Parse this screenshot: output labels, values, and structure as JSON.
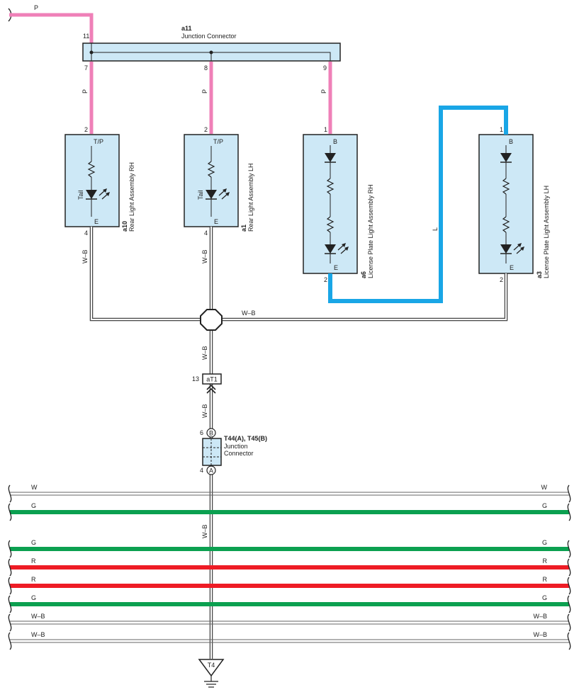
{
  "colors": {
    "pink": "#ef80b8",
    "blue": "#19a6e6",
    "green": "#0ba050",
    "red": "#ee1c25",
    "box_fill": "#cde8f6",
    "line": "#222222"
  },
  "junction_a11": {
    "code": "a11",
    "name": "Junction Connector",
    "pins": [
      "11",
      "7",
      "8",
      "9"
    ]
  },
  "top_wire": {
    "color_code": "P"
  },
  "rear_rh": {
    "code": "a10",
    "name": "Rear Light Assembly RH",
    "pin_top": "2",
    "pin_bottom": "4",
    "label_top": "T/P",
    "label_bottom": "E",
    "tail": "Tail",
    "wire_top": "P",
    "wire_bottom": "W–B"
  },
  "rear_lh": {
    "code": "a1",
    "name": "Rear Light Assembly LH",
    "pin_top": "2",
    "pin_bottom": "4",
    "label_top": "T/P",
    "label_bottom": "E",
    "tail": "Tail",
    "wire_top": "P",
    "wire_bottom": "W–B"
  },
  "plate_rh": {
    "code": "a6",
    "name": "License Plate Light Assembly RH",
    "pin_top": "1",
    "pin_bottom": "2",
    "label_top": "B",
    "label_bottom": "E",
    "wire_top": "P"
  },
  "plate_lh": {
    "code": "a3",
    "name": "License Plate Light Assembly LH",
    "pin_top": "1",
    "pin_bottom": "2",
    "label_top": "B",
    "label_bottom": "E"
  },
  "blue_wire": {
    "color_code": "L"
  },
  "splice_wire": {
    "color_code": "W–B"
  },
  "connector_at1": {
    "code": "aT1",
    "pin": "13"
  },
  "vertical_wires": {
    "upper": "W–B",
    "middle": "W–B",
    "lower": "W–B"
  },
  "junction_t44": {
    "code": "T44(A), T45(B)",
    "name_line1": "Junction",
    "name_line2": "Connector",
    "pin_b": "6",
    "pin_a": "4",
    "mark_b": "B",
    "mark_a": "A"
  },
  "ground": {
    "code": "T4"
  },
  "bus_wires": [
    {
      "label": "W",
      "kind": "thin",
      "color": "#ffffff"
    },
    {
      "label": "G",
      "kind": "thick",
      "color": "#0ba050"
    },
    {
      "label": "G",
      "kind": "thick",
      "color": "#0ba050"
    },
    {
      "label": "R",
      "kind": "thick",
      "color": "#ee1c25"
    },
    {
      "label": "R",
      "kind": "thick",
      "color": "#ee1c25"
    },
    {
      "label": "G",
      "kind": "thick",
      "color": "#0ba050"
    },
    {
      "label": "W–B",
      "kind": "thin",
      "color": "#ffffff"
    },
    {
      "label": "W–B",
      "kind": "thin",
      "color": "#ffffff"
    }
  ]
}
